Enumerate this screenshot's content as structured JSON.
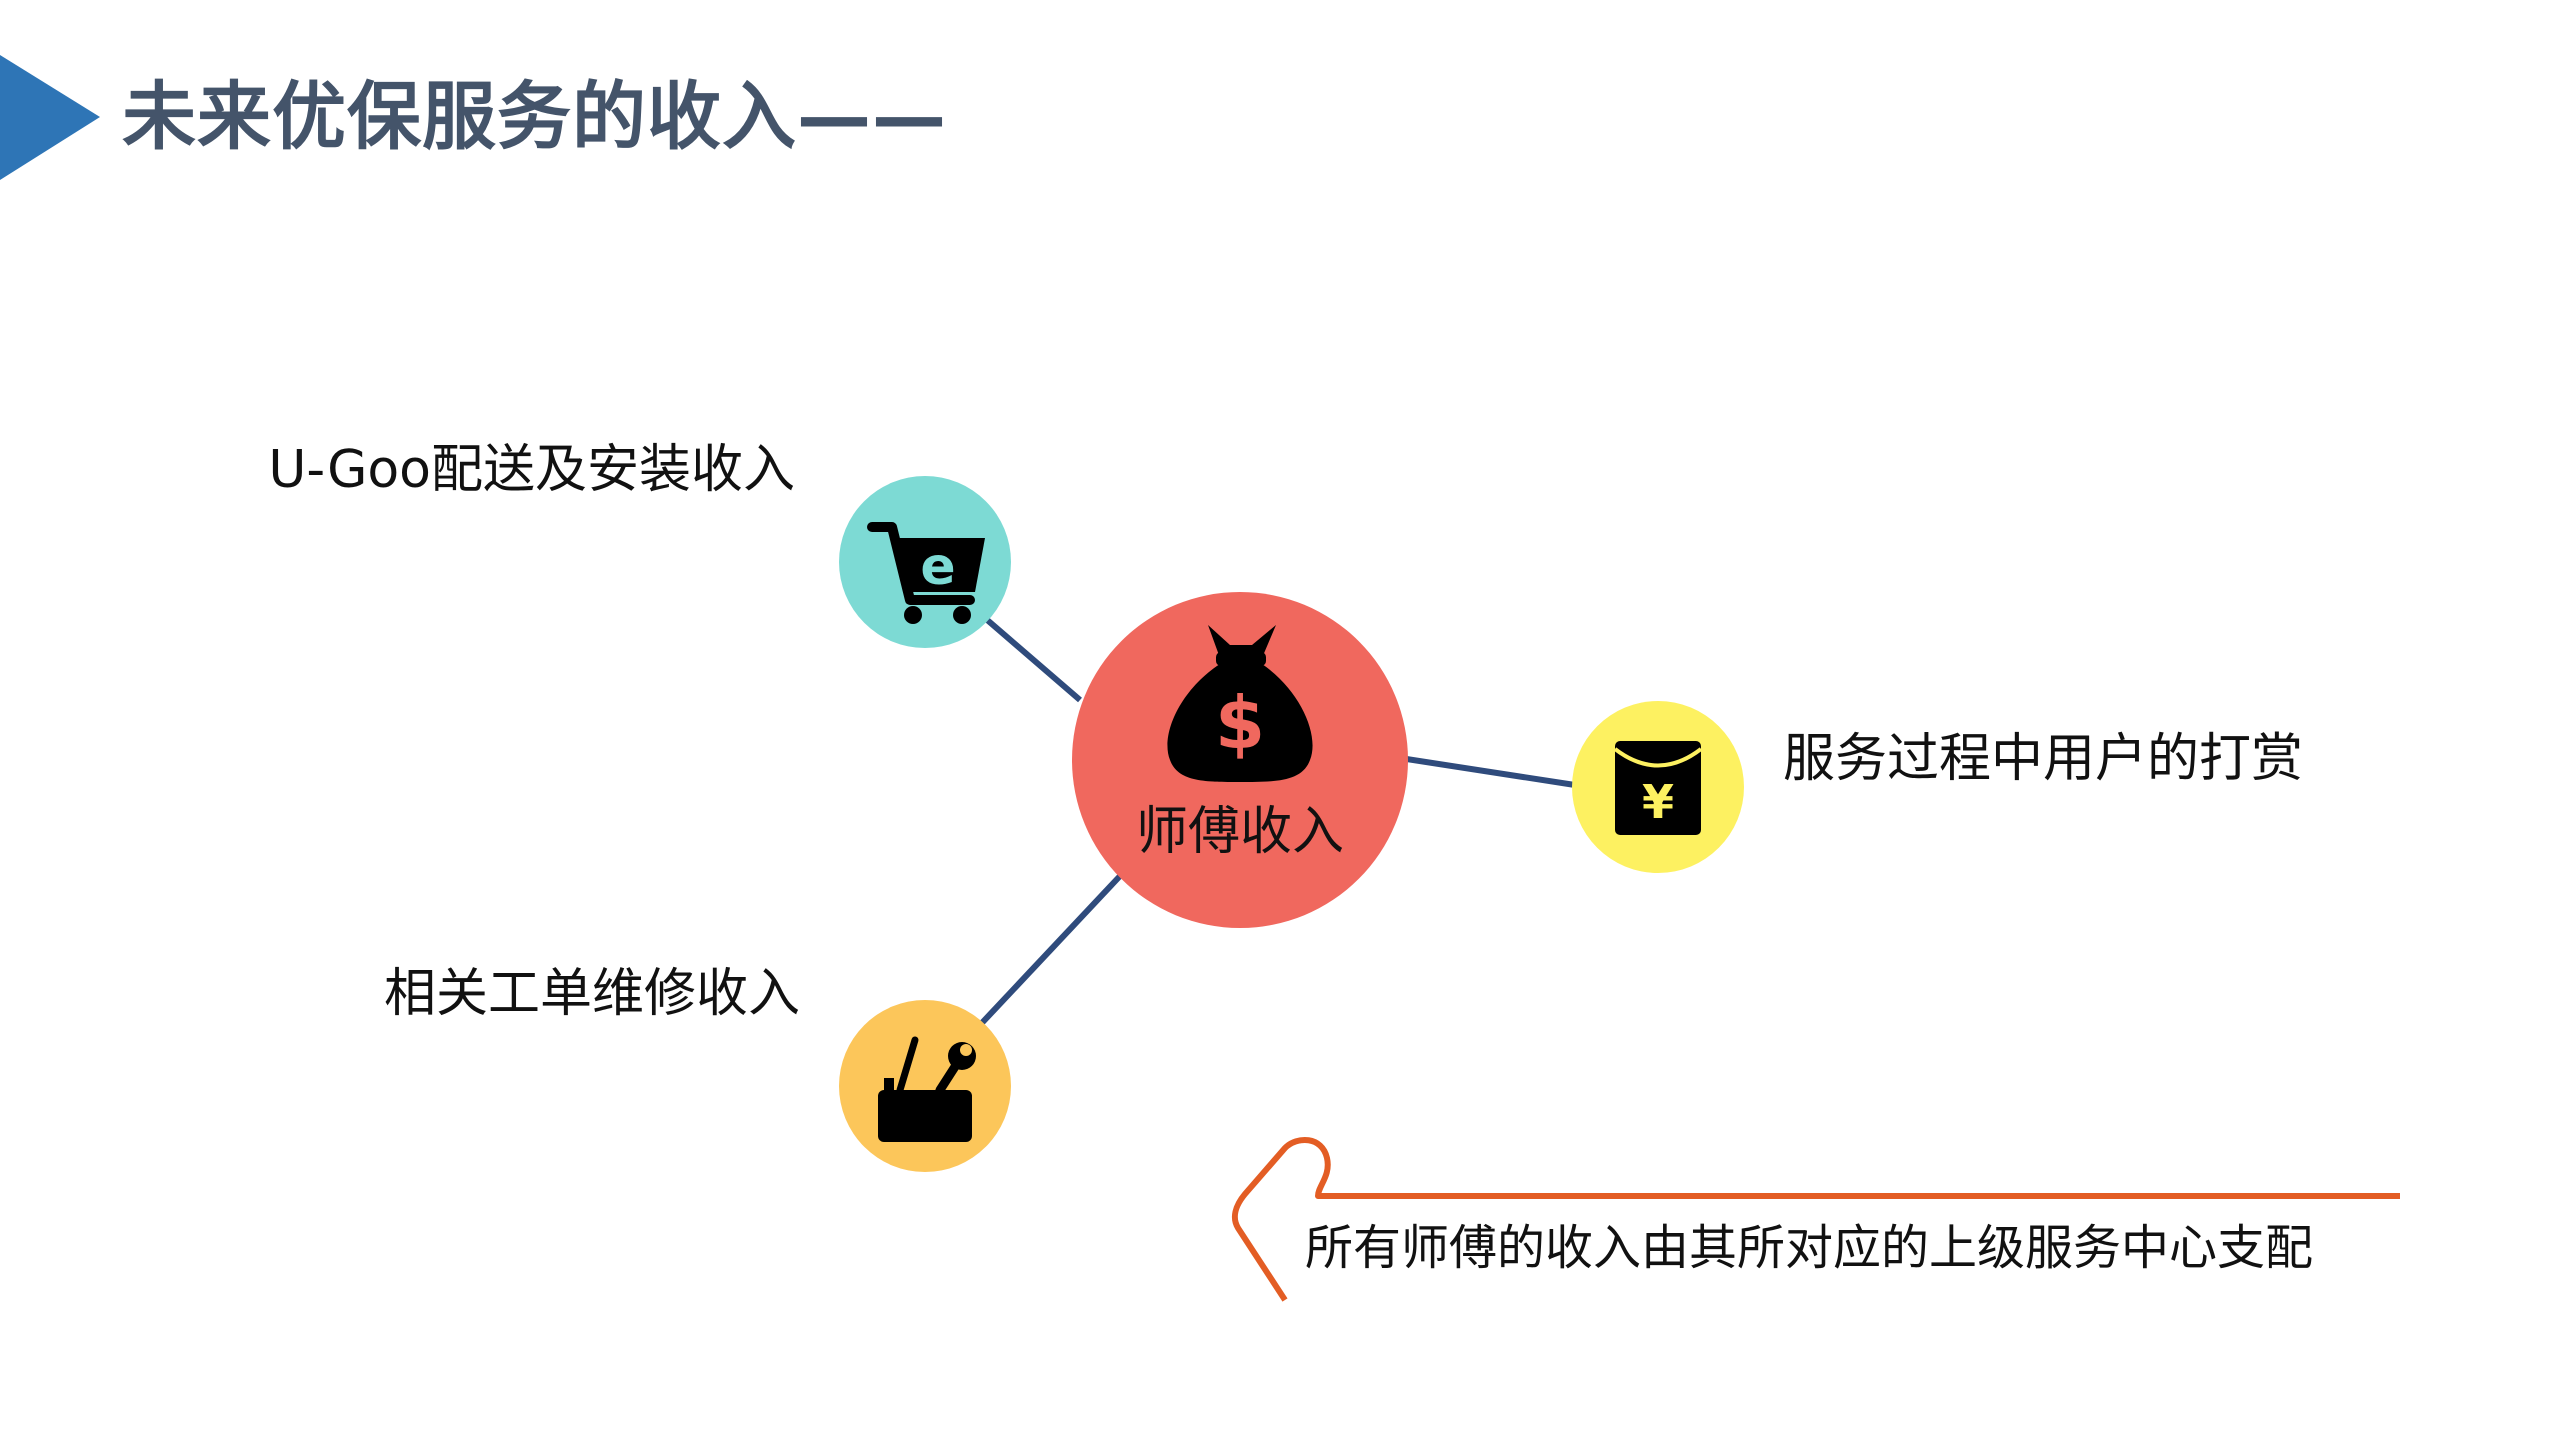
{
  "title": "未来优保服务的收入——",
  "colors": {
    "title": "#44546a",
    "arrow": "#2e75b6",
    "connector": "#2f4b7c",
    "center": "#f0685e",
    "cart_node": "#7ddad4",
    "tool_node": "#fcc65a",
    "tip_node": "#fdf161",
    "note_line": "#e35d24",
    "icon": "#000000"
  },
  "center": {
    "label": "师傅收入",
    "icon": "money-bag-icon"
  },
  "nodes": [
    {
      "label": "U-Goo配送及安装收入",
      "icon": "shopping-cart-icon"
    },
    {
      "label": "相关工单维修收入",
      "icon": "toolbox-icon"
    },
    {
      "label": "服务过程中用户的打赏",
      "icon": "red-envelope-icon"
    }
  ],
  "note": {
    "text": "所有师傅的收入由其所对应的上级服务中心支配"
  }
}
